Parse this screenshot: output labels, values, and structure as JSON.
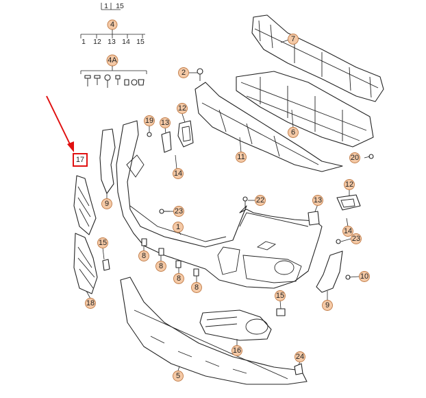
{
  "diagram": {
    "group_4": {
      "label": "4",
      "refs": [
        "1",
        "12",
        "13",
        "14",
        "15"
      ]
    },
    "group_4a": {
      "label": "4A"
    },
    "top_group": {
      "refs": [
        "1",
        "15"
      ]
    },
    "highlight": {
      "label": "17",
      "color": "#e01010"
    },
    "badge_color": "#f4c9a6",
    "badges": [
      {
        "id": "b2",
        "label": "2"
      },
      {
        "id": "b7",
        "label": "7"
      },
      {
        "id": "b12a",
        "label": "12"
      },
      {
        "id": "b19",
        "label": "19"
      },
      {
        "id": "b13a",
        "label": "13"
      },
      {
        "id": "b6",
        "label": "6"
      },
      {
        "id": "b11",
        "label": "11"
      },
      {
        "id": "b20",
        "label": "20"
      },
      {
        "id": "b14a",
        "label": "14"
      },
      {
        "id": "b9a",
        "label": "9"
      },
      {
        "id": "b23a",
        "label": "23"
      },
      {
        "id": "b22",
        "label": "22"
      },
      {
        "id": "b12b",
        "label": "12"
      },
      {
        "id": "b13b",
        "label": "13"
      },
      {
        "id": "b1",
        "label": "1"
      },
      {
        "id": "b14b",
        "label": "14"
      },
      {
        "id": "b23b",
        "label": "23"
      },
      {
        "id": "b15a",
        "label": "15"
      },
      {
        "id": "b8a",
        "label": "8"
      },
      {
        "id": "b8b",
        "label": "8"
      },
      {
        "id": "b8c",
        "label": "8"
      },
      {
        "id": "b8d",
        "label": "8"
      },
      {
        "id": "b10",
        "label": "10"
      },
      {
        "id": "b9b",
        "label": "9"
      },
      {
        "id": "b18",
        "label": "18"
      },
      {
        "id": "b15b",
        "label": "15"
      },
      {
        "id": "b16",
        "label": "16"
      },
      {
        "id": "b24",
        "label": "24"
      },
      {
        "id": "b5",
        "label": "5"
      }
    ]
  }
}
